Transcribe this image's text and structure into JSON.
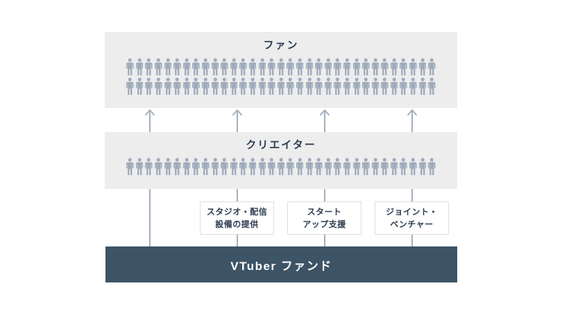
{
  "diagram": {
    "fan_box": {
      "label": "ファン",
      "rows": 2,
      "icons_per_row": 33
    },
    "creator_box": {
      "label": "クリエイター",
      "rows": 1,
      "icons_per_row": 33
    },
    "arrow_count": 4,
    "support_boxes": [
      {
        "line1": "スタジオ・配信",
        "line2": "設備の提供"
      },
      {
        "line1": "スタート",
        "line2": "アップ支援"
      },
      {
        "line1": "ジョイント・",
        "line2": "ベンチャー"
      }
    ],
    "fund_bar": {
      "label": "VTuber ファンド"
    },
    "colors": {
      "box_bg": "#ededee",
      "icon": "#9fabba",
      "arrow": "#a3afbd",
      "text": "#2d3c50",
      "fund_bg": "#3d5466",
      "fund_text": "#ffffff",
      "support_border": "#dcdee1",
      "support_bg": "#ffffff",
      "canvas_bg": "#ffffff"
    }
  }
}
